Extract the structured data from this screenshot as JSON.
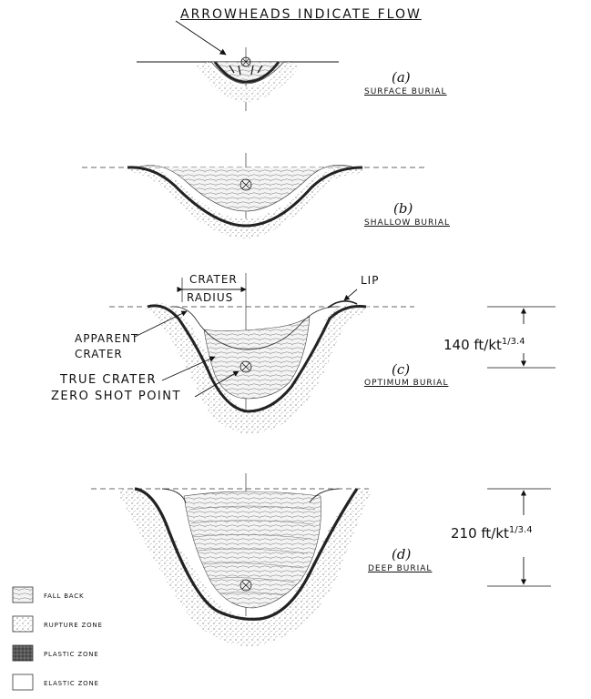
{
  "title": "ARROWHEADS INDICATE FLOW",
  "cases": [
    {
      "letter": "(a)",
      "name": "SURFACE BURIAL"
    },
    {
      "letter": "(b)",
      "name": "SHALLOW BURIAL"
    },
    {
      "letter": "(c)",
      "name": "OPTIMUM BURIAL"
    },
    {
      "letter": "(d)",
      "name": "DEEP BURIAL"
    }
  ],
  "annotations": {
    "crater": "CRATER",
    "radius": "RADIUS",
    "lip": "LIP",
    "apparent_crater_line1": "APPARENT",
    "apparent_crater_line2": "CRATER",
    "true_crater": "TRUE CRATER",
    "zero_shot_point": "ZERO SHOT POINT"
  },
  "dimensions": {
    "optimum": {
      "value": "140 ft/kt",
      "exponent": "1/3.4"
    },
    "deep": {
      "value": "210 ft/kt",
      "exponent": "1/3.4"
    }
  },
  "legend": [
    {
      "label": "FALL BACK"
    },
    {
      "label": "RUPTURE ZONE"
    },
    {
      "label": "PLASTIC ZONE"
    },
    {
      "label": "ELASTIC ZONE"
    }
  ]
}
